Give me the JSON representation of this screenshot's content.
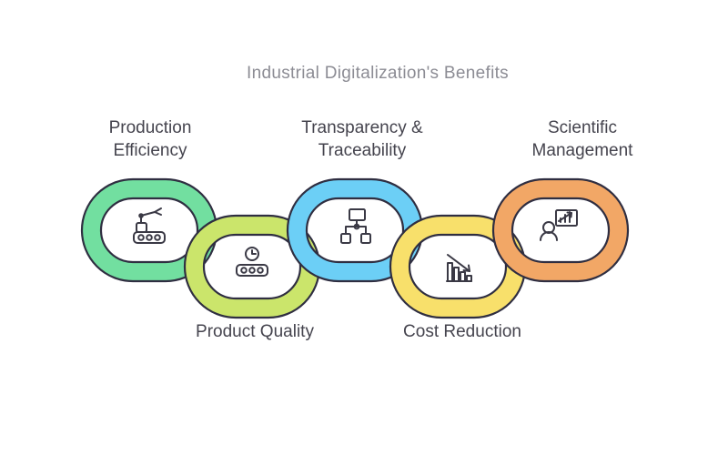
{
  "title": "Industrial Digitalization's Benefits",
  "outline_color": "#2F2E41",
  "links": [
    {
      "label": "Production\nEfficiency",
      "color": "#72DFA0",
      "icon": "robot-arm-conveyor-icon",
      "position": "top"
    },
    {
      "label": "Product Quality",
      "color": "#CBE56B",
      "icon": "clock-conveyor-icon",
      "position": "bottom"
    },
    {
      "label": "Transparency &\nTraceability",
      "color": "#6CCFF6",
      "icon": "flowchart-icon",
      "position": "top"
    },
    {
      "label": "Cost Reduction",
      "color": "#F8E06B",
      "icon": "declining-bar-chart-icon",
      "position": "bottom"
    },
    {
      "label": "Scientific\nManagement",
      "color": "#F2A766",
      "icon": "person-presentation-chart-icon",
      "position": "top"
    }
  ]
}
